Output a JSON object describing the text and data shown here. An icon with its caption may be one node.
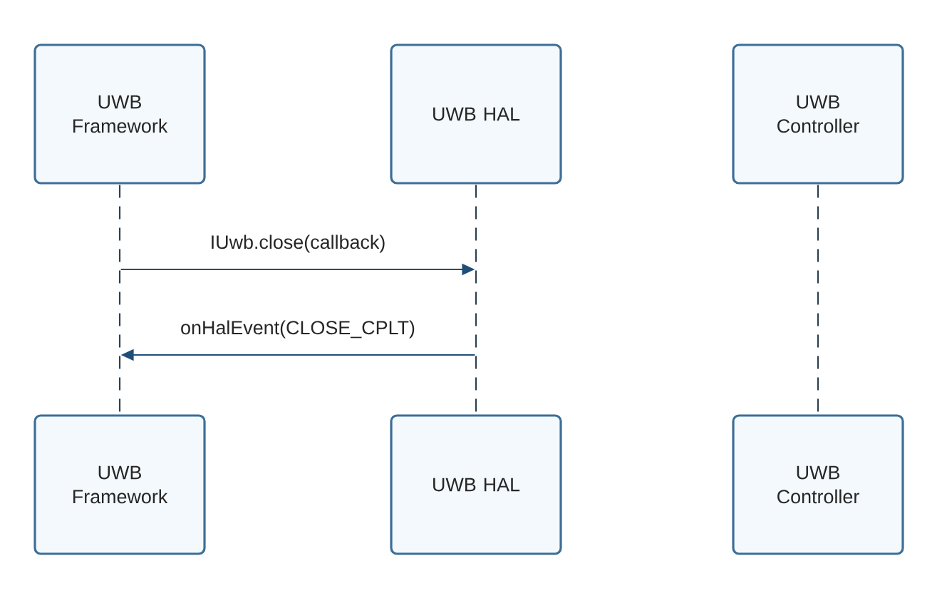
{
  "diagram": {
    "nodes": [
      {
        "text": [
          "UWB Framework"
        ]
      },
      {
        "text": [
          "UWB HAL"
        ]
      },
      {
        "text": [
          "UWB Controller"
        ]
      },
      {
        "text": [],
        "shape": "line"
      },
      {
        "text": [],
        "shape": "line"
      },
      {
        "text": [],
        "shape": "line"
      },
      {
        "text": [
          "UWB Framework"
        ]
      },
      {
        "text": [
          "UWB HAL"
        ]
      },
      {
        "text": [
          "UWB Controller"
        ]
      }
    ],
    "edges": [
      {
        "from": 3,
        "to": 4,
        "arrow": "to",
        "label": "IUwb.close(callback)"
      },
      {
        "from": 4,
        "to": 3,
        "arrow": "to",
        "label": "onHalEvent(CLOSE_CPLT)"
      }
    ]
  }
}
